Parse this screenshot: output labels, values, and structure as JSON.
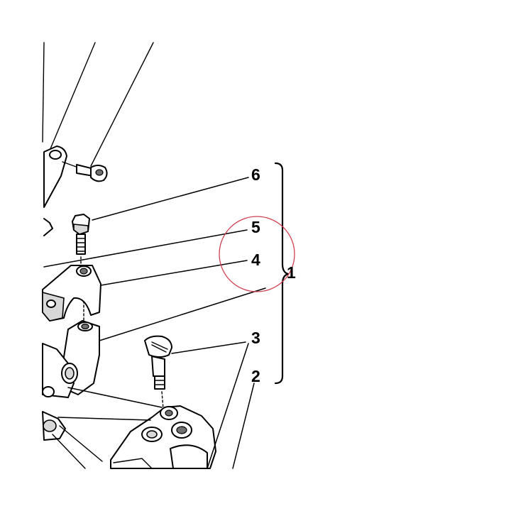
{
  "callouts": {
    "c1": "1",
    "c2": "2",
    "c3": "3",
    "c4": "4",
    "c5": "5",
    "c6": "6"
  },
  "highlight_color": "#d04050"
}
